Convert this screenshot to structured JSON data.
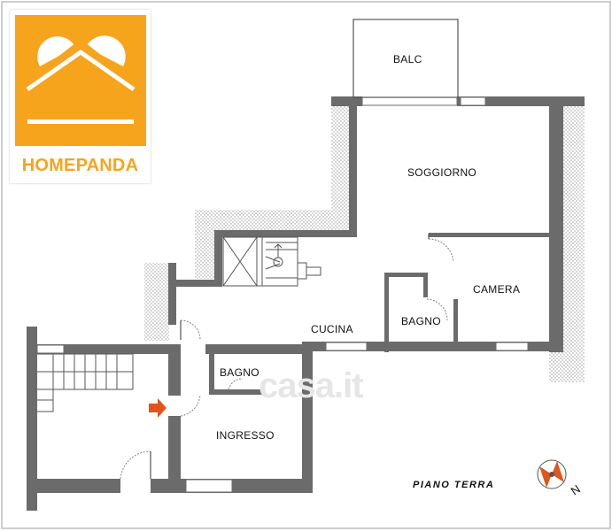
{
  "logo": {
    "brand": "HOMEPANDA",
    "color": "#F7A41D"
  },
  "watermark": "casa.it",
  "rooms": {
    "balc": "BALC",
    "soggiorno": "SOGGIORNO",
    "camera": "CAMERA",
    "bagno_upper": "BAGNO",
    "cucina": "CUCINA",
    "bagno_lower": "BAGNO",
    "ingresso": "INGRESSO"
  },
  "floor_label": "PIANO  TERRA",
  "compass_letter": "N",
  "colors": {
    "wall": "#6b6b6b",
    "hatch": "#c8c8c8",
    "arrow": "#E2541B"
  }
}
